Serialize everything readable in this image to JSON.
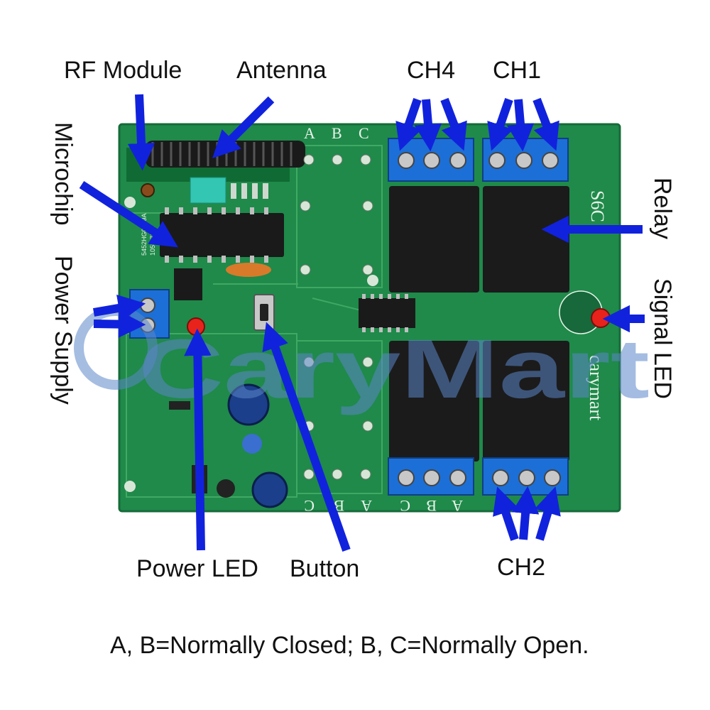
{
  "labels": {
    "rf_module": "RF Module",
    "antenna": "Antenna",
    "ch4": "CH4",
    "ch1": "CH1",
    "microchip": "Microchip",
    "power_supply": "Power Supply",
    "relay": "Relay",
    "signal_led": "Signal LED",
    "power_led": "Power LED",
    "button": "Button",
    "ch2": "CH2"
  },
  "caption": "A, B=Normally Closed; B, C=Normally Open.",
  "board": {
    "model_text": "S6C",
    "brand_text": "carymart",
    "watermark": "CaryMart",
    "terminal_letters_top": [
      "A",
      "B",
      "C"
    ],
    "terminal_letters_bottom": [
      "C",
      "B",
      "A",
      "C",
      "B",
      "A"
    ],
    "chip_marking_1": "5452HG0239A",
    "chip_marking_2": "1058-7337"
  },
  "colors": {
    "board_green": "#1f8a4a",
    "arrow_blue": "#1122dd",
    "terminal_blue": "#1c6fd6",
    "relay_black": "#1b1b1b",
    "led_red": "#e8231c"
  }
}
